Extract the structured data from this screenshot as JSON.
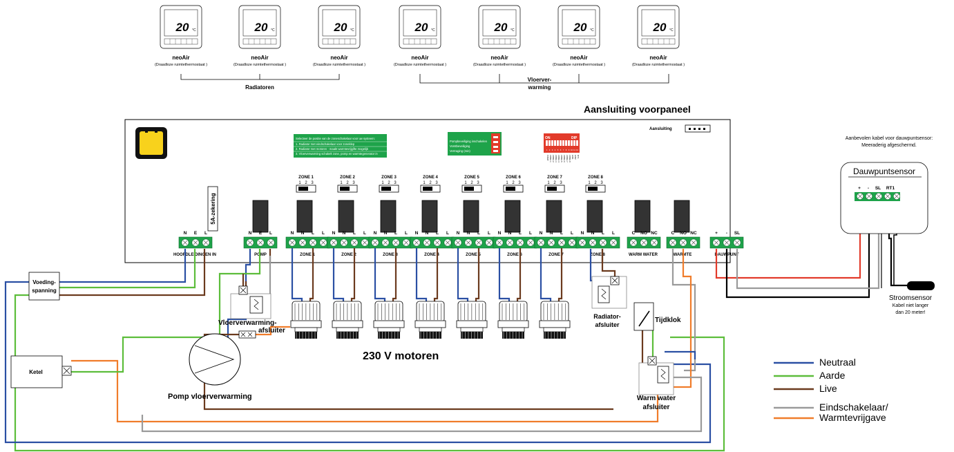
{
  "thermostats": {
    "display_temp": "20",
    "unit": "°C",
    "name": "neoAir",
    "desc": "(Draadloze ruimtethermostaat )"
  },
  "groups": {
    "radiators": "Radiatoren",
    "floor_line1": "Vloerver-",
    "floor_line2": "warming"
  },
  "panel": {
    "title": "Aansluiting voorpaneel",
    "aansluiting": "Aansluiting",
    "fuse": "5A-zekering",
    "info_lines": [
      "Selecteer de positie van de zoneschakelaar voor uw systeem:",
      "1. Radiator met eindschakelaar voor zoneklep",
      "2. Radiator met motoren - maakt warmtevrijgifte mogelijk",
      "3. Vloerverwarming schakelt zone, pomp en warmtegenerator in"
    ],
    "green_lines": [
      "Pompbeveiliging inschakelen",
      "Vorstbeveiliging",
      "Vertraging (min)"
    ],
    "dip_labels": [
      "PUMP",
      "ZONE 1",
      "ZONE 2",
      "ZONE 3",
      "ZONE 4",
      "ZONE 5",
      "ZONE 6",
      "ZONE 7",
      "ZONE 8",
      "HW1",
      "HW2",
      "RT1"
    ],
    "dip_on": "ON",
    "dip_dip": "DIP",
    "dip_numbers": [
      "1",
      "2",
      "3",
      "4",
      "5",
      "6",
      "7",
      "8",
      "9",
      "10",
      "11",
      "12"
    ],
    "zones": [
      "ZONE 1",
      "ZONE 2",
      "ZONE 3",
      "ZONE 4",
      "ZONE 5",
      "ZONE 6",
      "ZONE 7",
      "ZONE 8"
    ],
    "zone_positions": [
      "1",
      "2",
      "3"
    ],
    "terminals": {
      "main": [
        "N",
        "E",
        "L"
      ],
      "pump": [
        "N",
        "E",
        "L"
      ],
      "zone": [
        "N",
        "N",
        "L",
        "L"
      ],
      "relay": [
        "C",
        "NO",
        "NC"
      ],
      "dew": [
        "+",
        "-",
        "SL"
      ]
    },
    "labels": {
      "main": "HOOFDLEIDINGEN IN",
      "pump": "POMP",
      "zones": [
        "ZONE 1",
        "ZONE 2",
        "ZONE 3",
        "ZONE 4",
        "ZONE 5",
        "ZONE 6",
        "ZONE 7",
        "ZONE 8"
      ],
      "hot_water": "WARM WATER",
      "heat": "WARMTE",
      "dew": "DAUWPUNT"
    }
  },
  "dew_sensor": {
    "recommend_line1": "Aanbevolen kabel voor dauwpuntsensor:",
    "recommend_line2": "Meeraderig afgeschermd.",
    "title": "Dauwpuntsensor",
    "terminals": [
      "+",
      "-",
      "SL",
      "RT1"
    ],
    "current_sensor": "Stroomsensor",
    "cable_line1": "Kabel niet langer",
    "cable_line2": "dan 20 meter!"
  },
  "devices": {
    "power_line1": "Voeding-",
    "power_line2": "spanning",
    "boiler": "Ketel",
    "floor_valve_line1": "Vloerverwarming-",
    "floor_valve_line2": "afsluiter",
    "pump": "Pomp vloerverwarming",
    "motors": "230 V motoren",
    "radiator_valve_line1": "Radiator-",
    "radiator_valve_line2": "afsluiter",
    "timer": "Tijdklok",
    "hw_valve_line1": "Warm water",
    "hw_valve_line2": "afsluiter"
  },
  "legend": [
    {
      "label": "Neutraal",
      "color": "#2a4fa3"
    },
    {
      "label": "Aarde",
      "color": "#5cbd3a"
    },
    {
      "label": "Live",
      "color": "#6b3a1e"
    },
    {
      "label": "Eindschakelaar/",
      "color": "#9a9a9a"
    },
    {
      "label": "Warmtevrijgave",
      "color": "#f07c2a"
    }
  ],
  "colors": {
    "neutral": "#2a4fa3",
    "earth": "#5cbd3a",
    "live": "#6b3a1e",
    "grey": "#9a9a9a",
    "orange": "#f07c2a",
    "terminal": "#1ea34a",
    "red": "#e23a2a"
  }
}
